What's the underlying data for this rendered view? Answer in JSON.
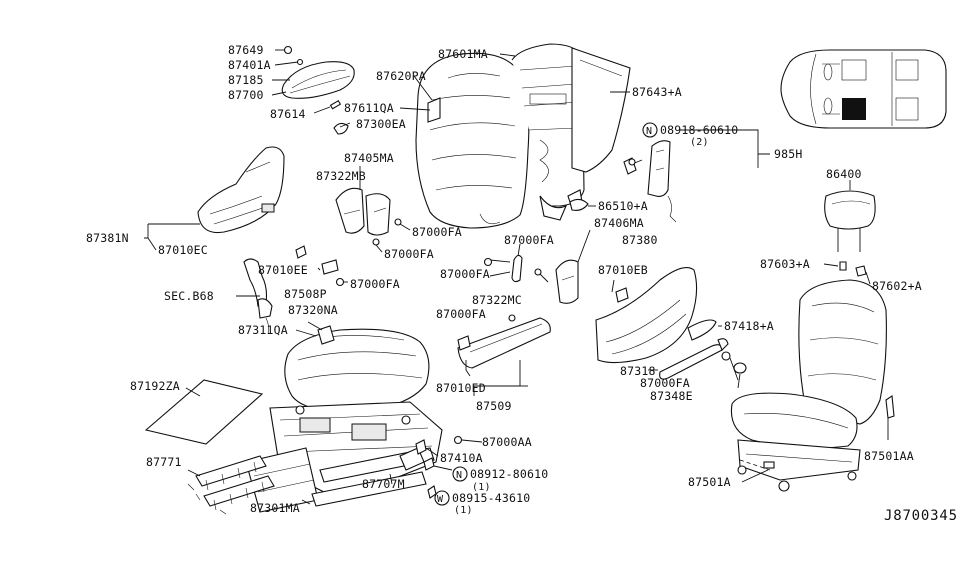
{
  "diagram": {
    "reference_code": "J8700345",
    "labels": {
      "p87649": "87649",
      "p87401A": "87401A",
      "p87185": "87185",
      "p87700": "87700",
      "p87614": "87614",
      "p87620PA": "87620PA",
      "p87611QA": "87611QA",
      "p87300EA": "87300EA",
      "p87601MA": "87601MA",
      "p87643A": "87643+A",
      "p08918": "08918-60610",
      "p08918q": "(2)",
      "p985H": "985H",
      "p87405MA": "87405MA",
      "p87322MB": "87322MB",
      "p86510A": "86510+A",
      "p87406MA": "87406MA",
      "p86400": "86400",
      "p87381N": "87381N",
      "p87010EC": "87010EC",
      "p87000FA_1": "87000FA",
      "p87000FA_2": "87000FA",
      "p87000FA_3": "87000FA",
      "p87000FA_4": "87000FA",
      "p87000FA_5": "87000FA",
      "p87000FA_6": "87000FA",
      "p87010EE": "87010EE",
      "p87508P": "87508P",
      "p87322MC": "87322MC",
      "p87380": "87380",
      "p87010EB": "87010EB",
      "p87603A": "87603+A",
      "p87602A": "87602+A",
      "pSECB68": "SEC.B68",
      "p87320NA": "87320NA",
      "p87311QA": "87311QA",
      "p87418A": "87418+A",
      "p87318": "87318",
      "p87348E": "87348E",
      "p87010ED": "87010ED",
      "p87509": "87509",
      "p87192ZA": "87192ZA",
      "p87771": "87771",
      "p87000AA": "87000AA",
      "p87410A": "87410A",
      "p08912": "08912-80610",
      "p08912q": "(1)",
      "p87707M": "87707M",
      "p08915": "08915-43610",
      "p08915q": "(1)",
      "p87301MA": "87301MA",
      "p87501AA": "87501AA",
      "p87501A": "87501A",
      "symN1": "N",
      "symN2": "N",
      "symW": "W"
    }
  }
}
